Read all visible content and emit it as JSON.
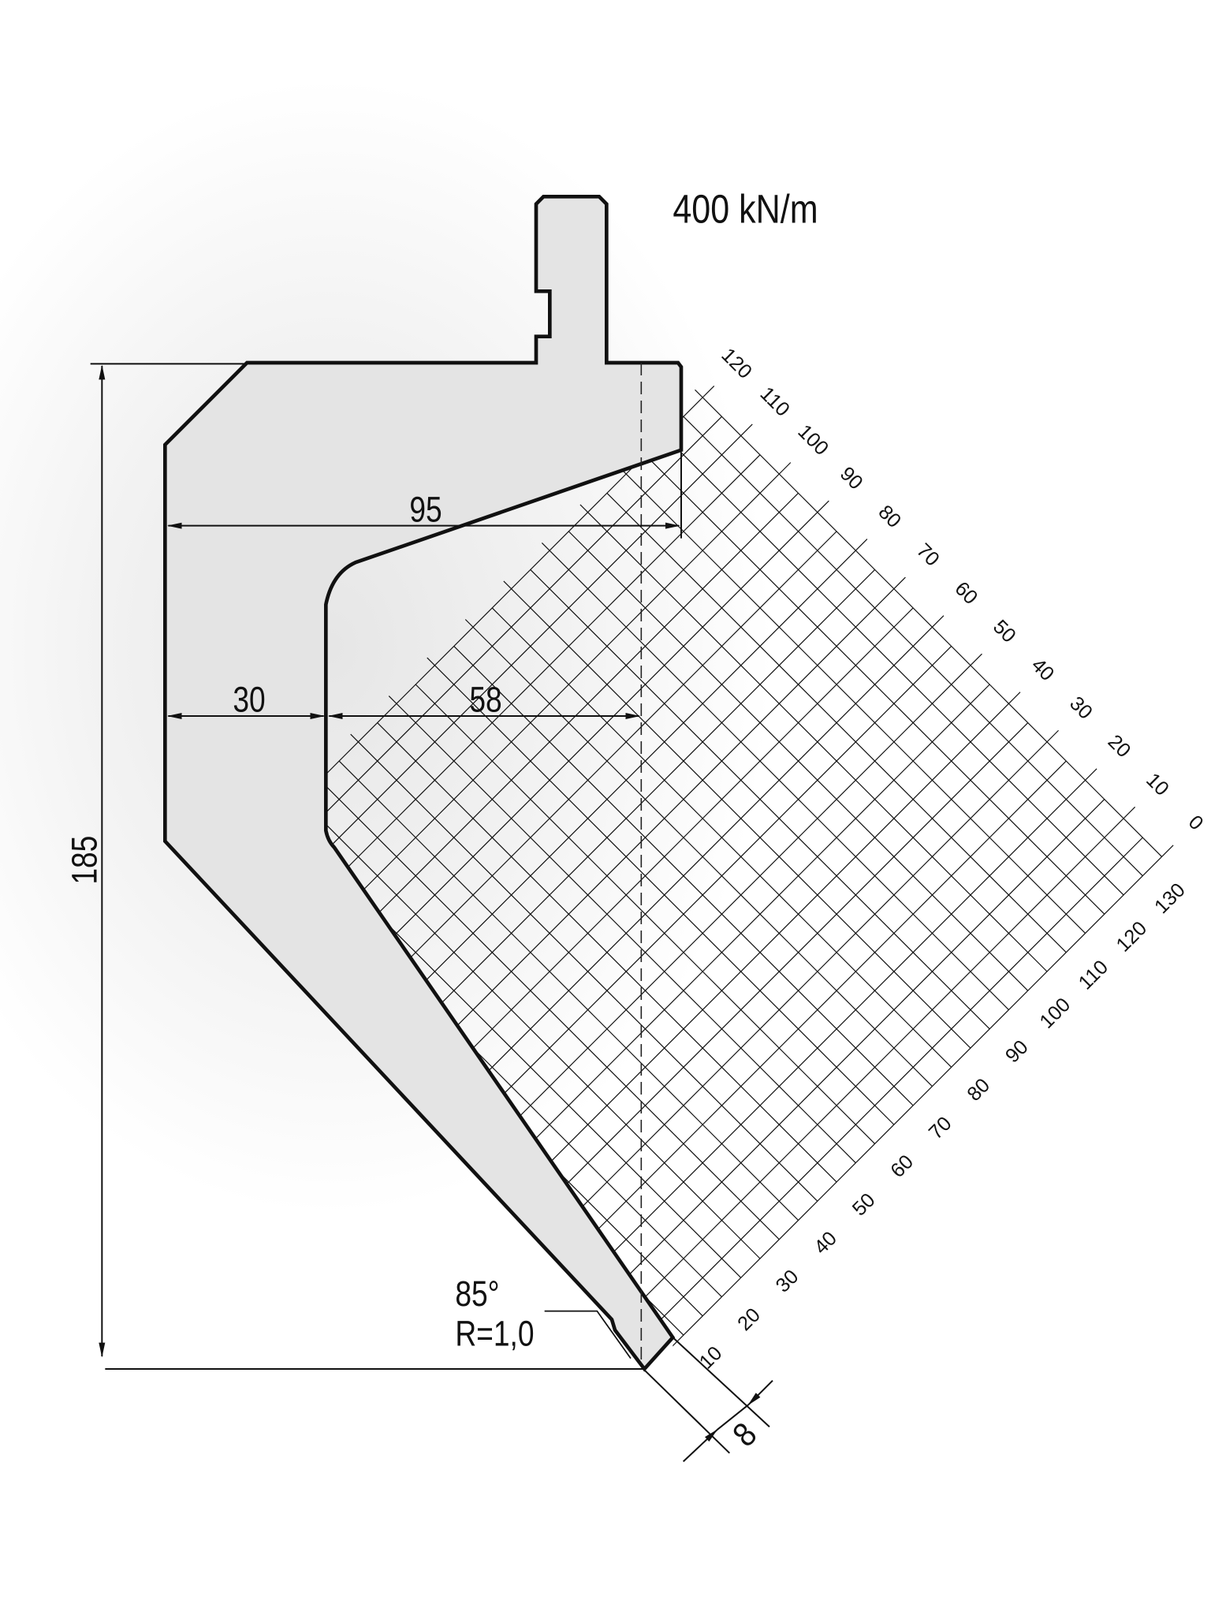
{
  "title": "400 kN/m",
  "dimensions": {
    "height": "185",
    "width_total": "95",
    "wall": "30",
    "throat": "58",
    "tip_offset": "8",
    "angle": "85°",
    "radius": "R=1,0"
  },
  "grid": {
    "u_labels": [
      "10",
      "20",
      "30",
      "40",
      "50",
      "60",
      "70",
      "80",
      "90",
      "100",
      "110",
      "120",
      "130"
    ],
    "v_labels": [
      "0",
      "10",
      "20",
      "30",
      "40",
      "50",
      "60",
      "70",
      "80",
      "90",
      "100",
      "110",
      "120"
    ]
  },
  "colors": {
    "punch_fill": "#e4e4e4",
    "outline": "#111111"
  }
}
